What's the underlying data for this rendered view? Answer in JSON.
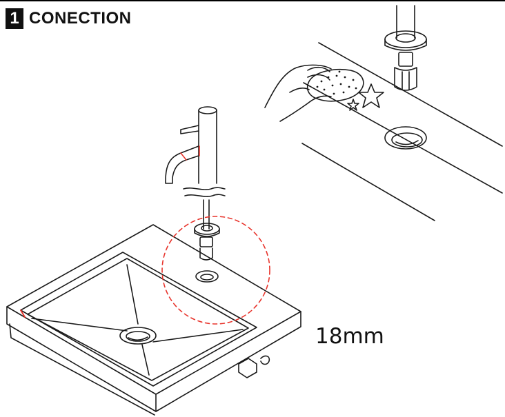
{
  "step": {
    "number": "1",
    "title": "CONECTION"
  },
  "dimension": {
    "label": "18mm"
  },
  "colors": {
    "line": "#1a1a1a",
    "accent_dashed_circle": "#e8342c",
    "badge_bg": "#111111",
    "badge_text": "#ffffff"
  }
}
